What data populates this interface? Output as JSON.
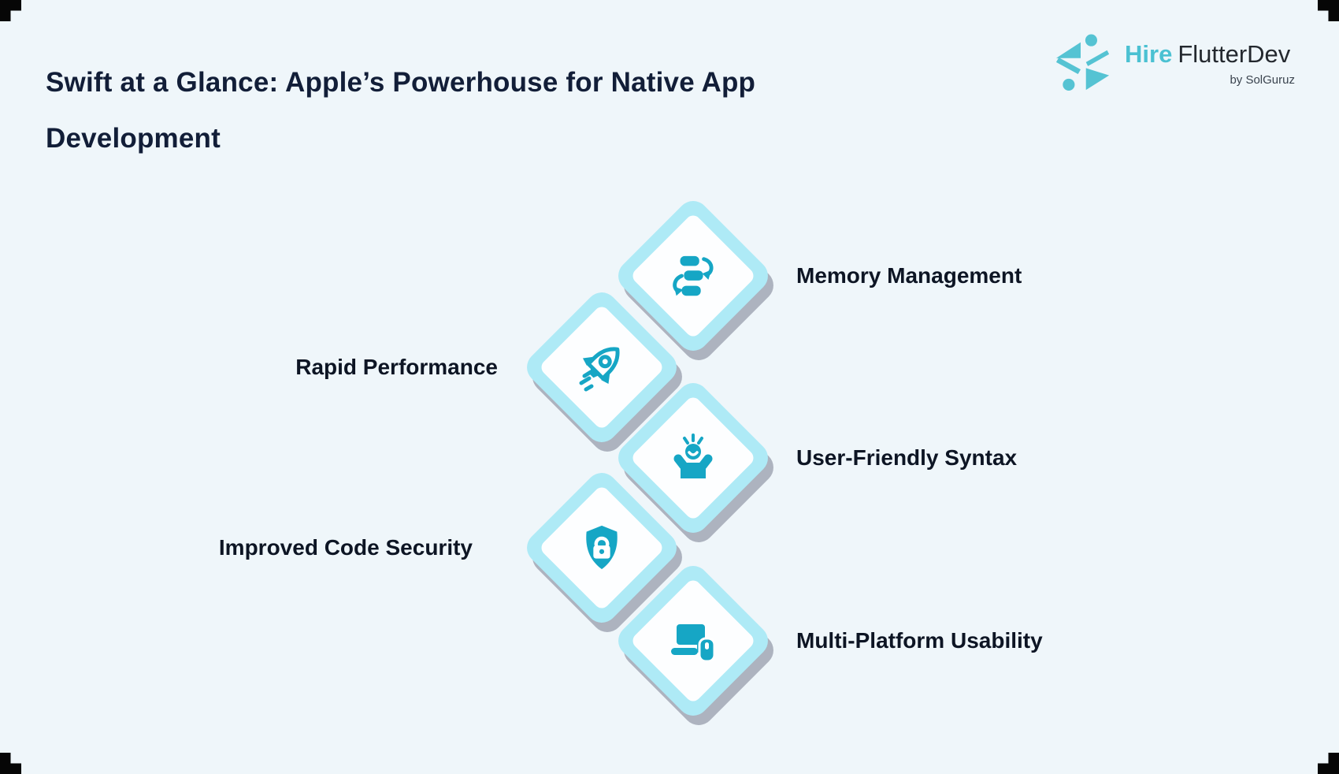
{
  "page": {
    "background_color": "#eff6fa",
    "corner_mark_color": "#060606"
  },
  "header": {
    "title": "Swift at a Glance: Apple’s Powerhouse for Native App Development",
    "title_color": "#121e38"
  },
  "logo": {
    "hire": "Hire",
    "brand": "FlutterDev",
    "byline": "by SolGuruz",
    "teal": "#4bc1d2",
    "dark": "#23282e"
  },
  "diagram": {
    "tile_border_color": "#aeeaf6",
    "tile_fill_color": "#fdfeff",
    "icon_color": "#16a6c5",
    "shadow_color": "#adb3bf",
    "label_color": "#0d1524",
    "items": [
      {
        "label": "Memory Management",
        "icon": "workflow-arrows-icon",
        "side": "right"
      },
      {
        "label": "Rapid Performance",
        "icon": "rocket-icon",
        "side": "left"
      },
      {
        "label": "User-Friendly Syntax",
        "icon": "happy-user-icon",
        "side": "right"
      },
      {
        "label": "Improved Code Security",
        "icon": "shield-lock-icon",
        "side": "left"
      },
      {
        "label": "Multi-Platform Usability",
        "icon": "devices-icon",
        "side": "right"
      }
    ]
  }
}
